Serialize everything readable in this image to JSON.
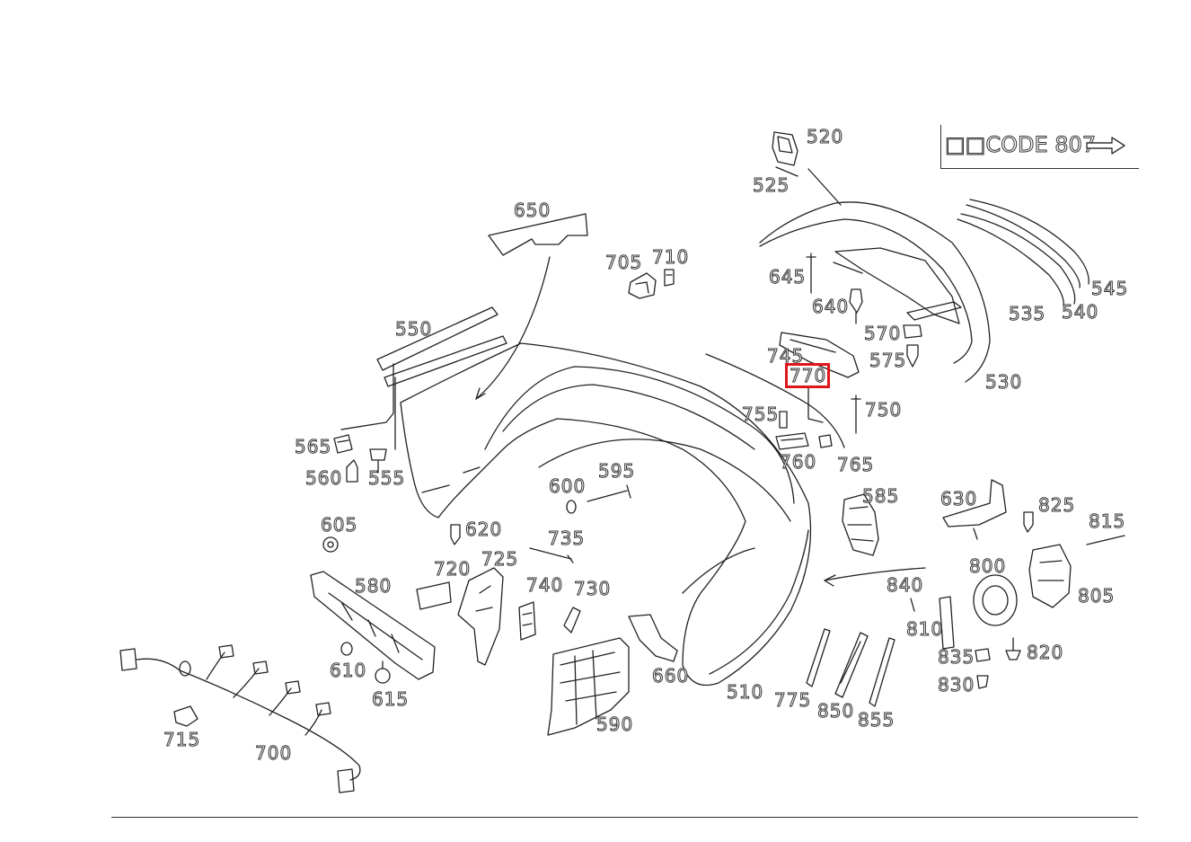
{
  "code_box": {
    "text": "□□CODE 807",
    "arrow_icon": "right-arrow-icon"
  },
  "highlight": {
    "label": "770",
    "color": "#e0161b"
  },
  "labels": {
    "p520": "520",
    "p525": "525",
    "p650": "650",
    "p705": "705",
    "p710": "710",
    "p645": "645",
    "p640": "640",
    "p570": "570",
    "p575": "575",
    "p535": "535",
    "p540": "540",
    "p545": "545",
    "p530": "530",
    "p550": "550",
    "p745": "745",
    "p770": "770",
    "p755": "755",
    "p750": "750",
    "p760": "760",
    "p765": "765",
    "p565": "565",
    "p560": "560",
    "p555": "555",
    "p600": "600",
    "p595": "595",
    "p585": "585",
    "p630": "630",
    "p825": "825",
    "p815": "815",
    "p605": "605",
    "p620": "620",
    "p735": "735",
    "p720": "720",
    "p725": "725",
    "p580": "580",
    "p740": "740",
    "p730": "730",
    "p800": "800",
    "p840": "840",
    "p805": "805",
    "p810": "810",
    "p835": "835",
    "p820": "820",
    "p830": "830",
    "p610": "610",
    "p615": "615",
    "p660": "660",
    "p510": "510",
    "p775": "775",
    "p850": "850",
    "p855": "855",
    "p590": "590",
    "p715": "715",
    "p700": "700"
  }
}
